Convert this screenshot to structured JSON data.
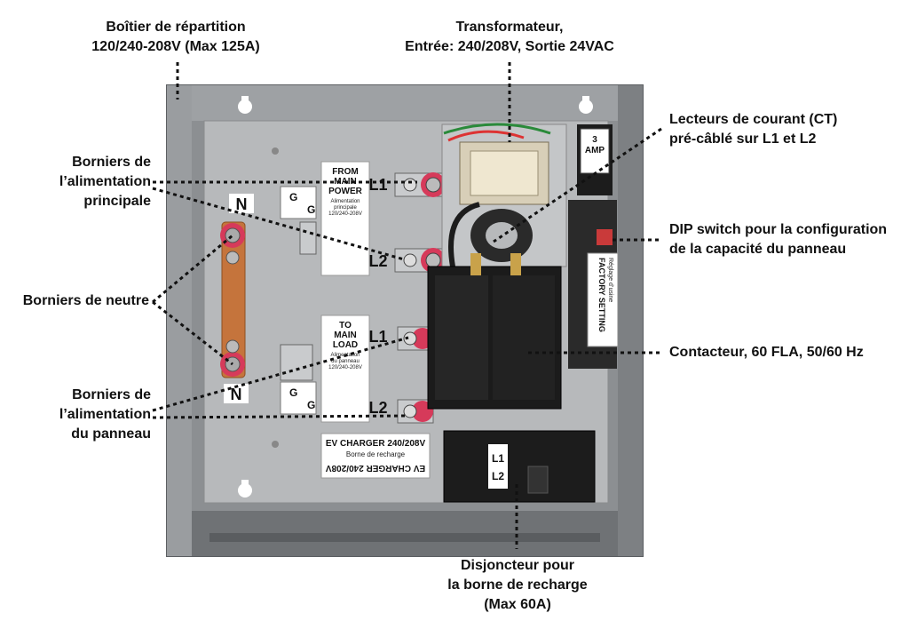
{
  "callouts": {
    "enclosure": [
      "Boîtier de répartition",
      "120/240-208V (Max 125A)"
    ],
    "transformer": [
      "Transformateur,",
      "Entrée: 240/208V, Sortie 24VAC"
    ],
    "ct": [
      "Lecteurs de courant (CT)",
      "pré-câblé sur L1 et L2"
    ],
    "main_power_terminals": [
      "Borniers de",
      "l’alimentation",
      "principale"
    ],
    "dip": [
      "DIP switch pour la configuration",
      "de la capacité du panneau"
    ],
    "neutral": [
      "Borniers de neutre"
    ],
    "contactor": [
      "Contacteur, 60 FLA, 50/60 Hz"
    ],
    "panel_terminals": [
      "Borniers de",
      "l’alimentation",
      "du panneau"
    ],
    "breaker": [
      "Disjoncteur pour",
      "la borne de recharge",
      "(Max 60A)"
    ]
  },
  "labels": {
    "from_main_power": [
      "FROM",
      "MAIN",
      "POWER"
    ],
    "from_main_power_sub": [
      "Alimentation",
      "principale",
      "120/240-208V"
    ],
    "to_main_load": [
      "TO",
      "MAIN",
      "LOAD"
    ],
    "to_main_load_sub": [
      "Alimentation",
      "du panneau",
      "120/240-208V"
    ],
    "l1": "L1",
    "l2": "L2",
    "n": "N",
    "g": "G",
    "ev_charger": "EV CHARGER 240/208V",
    "ev_charger_sub": "Borne de recharge",
    "factory_setting": "FACTORY SETTING",
    "factory_setting_sub": "Réglage d’usine",
    "fuse": [
      "3",
      "AMP"
    ],
    "breaker_label": [
      "L1",
      "L2"
    ]
  },
  "colors": {
    "enclosure": "#8c8f92",
    "backplate": "#b7b9bb",
    "copper": "#c5743c",
    "terminal_red": "#d63a5a",
    "contactor": "#1b1b1b"
  }
}
